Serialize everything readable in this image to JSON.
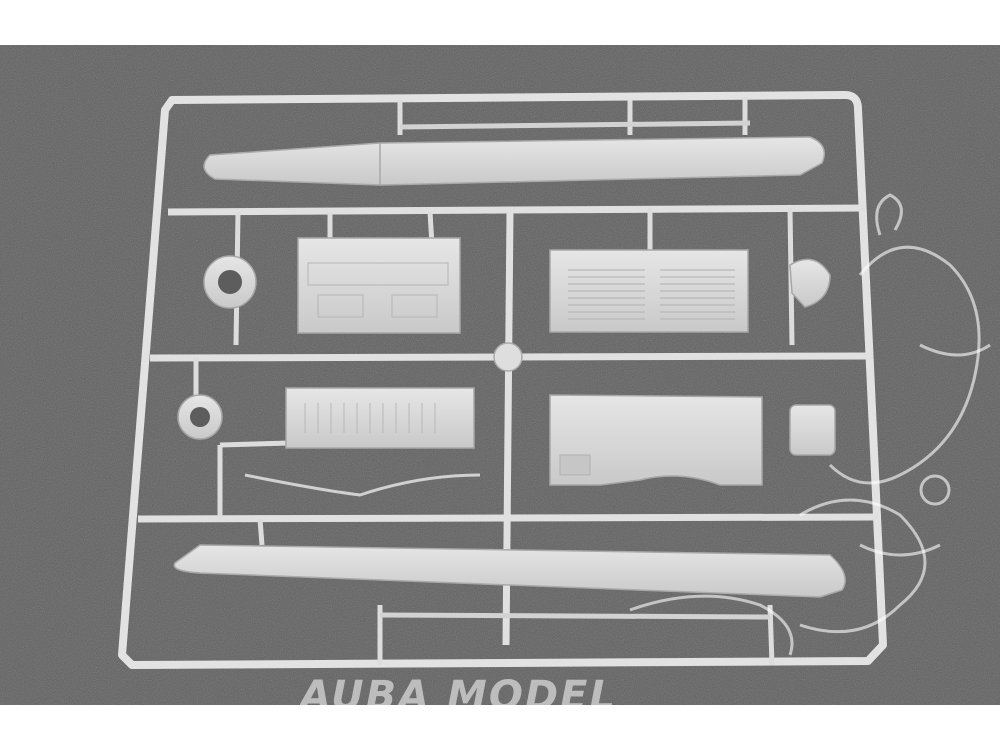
{
  "image": {
    "subject": "plastic-model-kit-sprue",
    "part_count_visible": 12
  },
  "watermark": {
    "text": "AUBA MODEL"
  },
  "colors": {
    "background": "#5d5d5d",
    "plastic": "#d9d9d9",
    "plastic_shadow": "#b3b3b3",
    "frame": "#e3e3e3",
    "watermark": "#ffffff"
  }
}
